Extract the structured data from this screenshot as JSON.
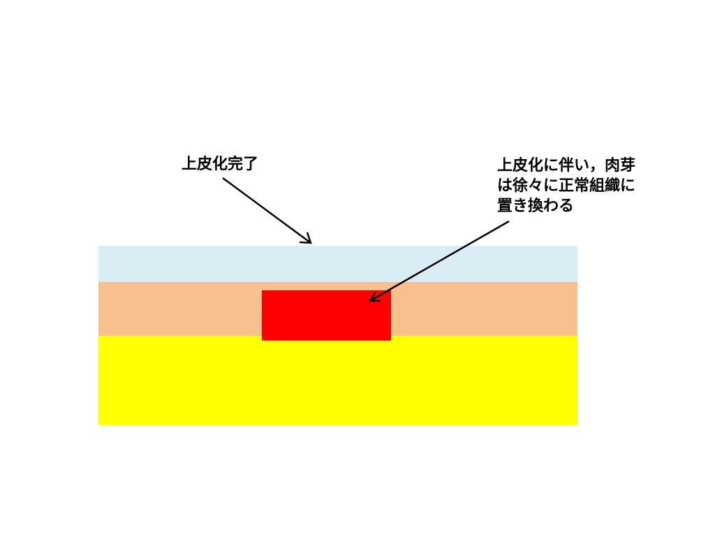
{
  "labels": {
    "epithelialization_complete": "上皮化完了",
    "replacement_line1": "上皮化に伴い，肉芽",
    "replacement_line2": "は徐々に正常組織に",
    "replacement_line3": "置き換わる"
  },
  "colors": {
    "epithelium": "#daedf4",
    "dermis": "#f8c08f",
    "subcutis": "#ffff00",
    "granulation": "#ff0000",
    "text": "#000000",
    "arrow": "#000000"
  }
}
